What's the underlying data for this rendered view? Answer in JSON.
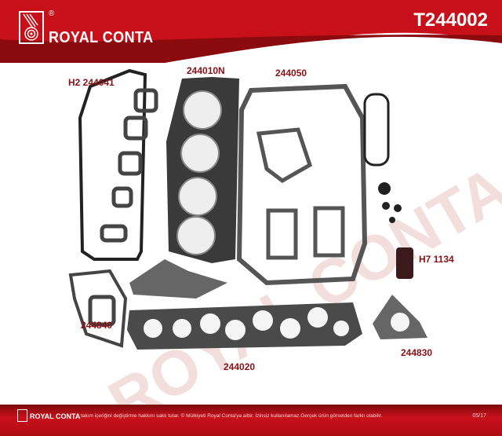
{
  "header": {
    "brand": "ROYAL CONTA",
    "registered": "®",
    "product_code": "T244002"
  },
  "labels": [
    {
      "id": "h2",
      "text": "H2 244041"
    },
    {
      "id": "head",
      "text": "244010N"
    },
    {
      "id": "sump",
      "text": "244050"
    },
    {
      "id": "h7",
      "text": "H7 1134"
    },
    {
      "id": "exh",
      "text": "244840"
    },
    {
      "id": "man",
      "text": "244020"
    },
    {
      "id": "flange",
      "text": "244830"
    }
  ],
  "watermark": "ROYAL CONTA",
  "footer": {
    "brand": "ROYAL CONTA",
    "disclaimer": "takım içeriğini değiştirme hakkını saklı tutar. © Mülkiyeti Royal Conta'ya aittir. İzinsiz kullanılamaz.Gerçek ürün görselden farklı olabilir.",
    "page": "05/17"
  },
  "colors": {
    "brand_red": "#c8101a",
    "label_red": "#8b1016",
    "gasket_dark": "#3a3a3a"
  }
}
